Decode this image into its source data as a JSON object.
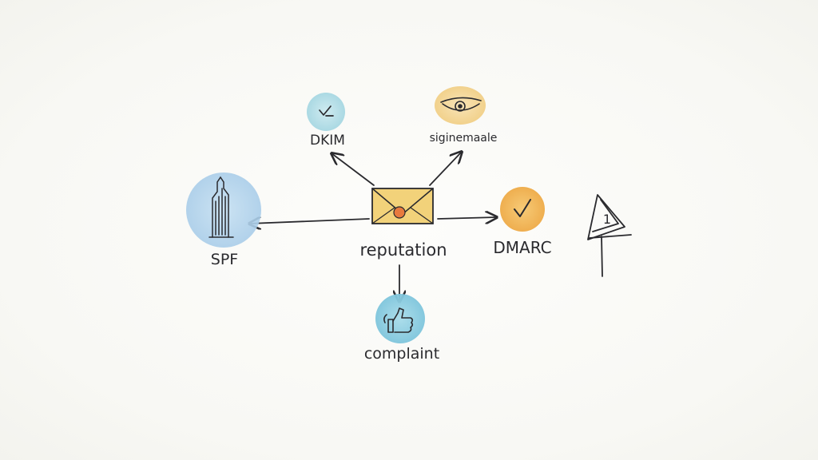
{
  "diagram": {
    "center": {
      "label": "reputation",
      "icon": "envelope-icon"
    },
    "nodes": [
      {
        "id": "dkim",
        "label": "DKIM",
        "icon": "checkmark-icon",
        "color": "#b9e0e8"
      },
      {
        "id": "signature",
        "label": "siginemaale",
        "icon": "eye-icon",
        "color": "#f4d79a"
      },
      {
        "id": "spf",
        "label": "SPF",
        "icon": "skyscraper-icon",
        "color": "#b7d6ec"
      },
      {
        "id": "dmarc",
        "label": "DMARC",
        "icon": "checkmark-icon",
        "color": "#f1b656"
      },
      {
        "id": "complaint",
        "label": "complaint",
        "icon": "thumbs-up-icon",
        "color": "#8fcfe2"
      }
    ],
    "warning_sign": {
      "text": "1",
      "icon": "warning-sign-icon"
    }
  },
  "colors": {
    "ink": "#2a2a2e",
    "envelope": "#f2d27a",
    "seal": "#e87a3e"
  }
}
